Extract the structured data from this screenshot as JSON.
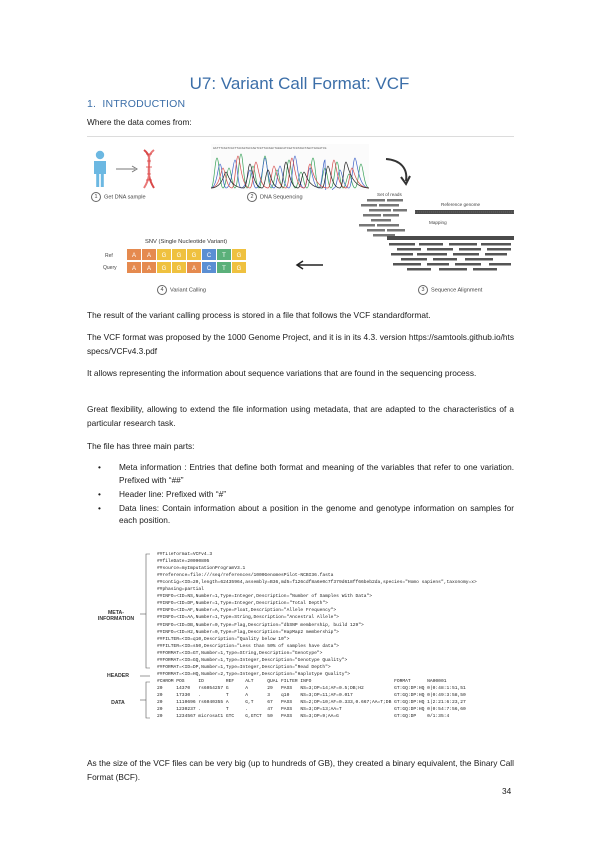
{
  "title": "U7: Variant Call Format: VCF",
  "section": {
    "number": "1.",
    "heading": "INTRODUCTION"
  },
  "intro_line": "Where the data comes from:",
  "figure": {
    "caption_get": "Get DNA sample",
    "caption_seq": "DNA Sequencing",
    "caption_align": "Sequence Alignment",
    "caption_call": "Variant Calling",
    "set_of_reads": "Set of reads",
    "reference_genome": "Reference genome",
    "mapping": "Mapping",
    "snv_title": "SNV (Single Nucleotide Variant)",
    "ref_label": "Ref",
    "query_label": "Query",
    "ref_bases": [
      "A",
      "A",
      "G",
      "G",
      "G",
      "C",
      "T",
      "G"
    ],
    "query_bases": [
      "A",
      "A",
      "G",
      "G",
      "A",
      "C",
      "T",
      "G"
    ],
    "base_colors": {
      "A": "#e58a4f",
      "G": "#efc13f",
      "C": "#5b8fd3",
      "T": "#5bb07a"
    },
    "nums": [
      "1",
      "2",
      "3",
      "4"
    ]
  },
  "paragraphs": {
    "p1": "The result of the variant calling process is stored in a file that follows the VCF standardformat.",
    "p2": "The VCF format was proposed by the 1000 Genome Project, and it is in its 4.3. version https://samtools.github.io/hts specs/VCFv4.3.pdf",
    "p3": "It allows representing the information about sequence variations that are found in the sequencing process.",
    "p4": "Great flexibility, allowing to extend the file information using metadata, that are adapted to the characteristics of a particular research task.",
    "p5": "The file has three main parts:",
    "p6": "As the size of the VCF files can be very big (up to hundreds of GB), they created a binary equivalent, the Binary Call Format (BCF)."
  },
  "bullets": [
    "Meta information : Entries that define both format and meaning of the variables that refer to one variation. Prefixed with “##”",
    "Header line: Prefixed with “#”",
    "Data lines: Contain information about a position in the genome and genotype information on samples for each position."
  ],
  "vcf": {
    "label_meta_1": "META-",
    "label_meta_2": "INFORMATION",
    "label_header": "HEADER",
    "label_data": "DATA",
    "lines": [
      "##fileformat=VCFv4.3",
      "##fileDate=20090805",
      "##source=myImputationProgramV3.1",
      "##reference=file:///seq/references/1000GenomesPilot-NCBI36.fasta",
      "##contig=<ID=20,length=62435964,assembly=B36,md5=f126cdf8a6e0c7f379d618ff66beb2da,species=\"Homo sapiens\",taxonomy=x>",
      "##phasing=partial",
      "##INFO=<ID=NS,Number=1,Type=Integer,Description=\"Number of Samples With Data\">",
      "##INFO=<ID=DP,Number=1,Type=Integer,Description=\"Total Depth\">",
      "##INFO=<ID=AF,Number=A,Type=Float,Description=\"Allele Frequency\">",
      "##INFO=<ID=AA,Number=1,Type=String,Description=\"Ancestral Allele\">",
      "##INFO=<ID=DB,Number=0,Type=Flag,Description=\"dbSNP membership, build 129\">",
      "##INFO=<ID=H2,Number=0,Type=Flag,Description=\"HapMap2 membership\">",
      "##FILTER=<ID=q10,Description=\"Quality below 10\">",
      "##FILTER=<ID=s50,Description=\"Less than 50% of samples have data\">",
      "##FORMAT=<ID=GT,Number=1,Type=String,Description=\"Genotype\">",
      "##FORMAT=<ID=GQ,Number=1,Type=Integer,Description=\"Genotype Quality\">",
      "##FORMAT=<ID=DP,Number=1,Type=Integer,Description=\"Read Depth\">",
      "##FORMAT=<ID=HQ,Number=2,Type=Integer,Description=\"Haplotype Quality\">",
      "#CHROM POS     ID        REF    ALT     QUAL FILTER INFO                              FORMAT      NA00001",
      "20     14370   rs6054257 G      A       29   PASS   NS=3;DP=14;AF=0.5;DB;H2           GT:GQ:DP:HQ 0|0:48:1:51,51",
      "20     17330   .         T      A       3    q10    NS=3;DP=11;AF=0.017               GT:GQ:DP:HQ 0|0:49:3:58,50",
      "20     1110696 rs6040355 A      G,T     67   PASS   NS=2;DP=10;AF=0.333,0.667;AA=T;DB GT:GQ:DP:HQ 1|2:21:6:23,27",
      "20     1230237 .         T      .       47   PASS   NS=3;DP=13;AA=T                   GT:GQ:DP:HQ 0|0:54:7:56,60",
      "20     1234567 microsat1 GTC    G,GTCT  50   PASS   NS=3;DP=9;AA=G                    GT:GQ:DP    0/1:35:4"
    ]
  },
  "page_number": "34"
}
